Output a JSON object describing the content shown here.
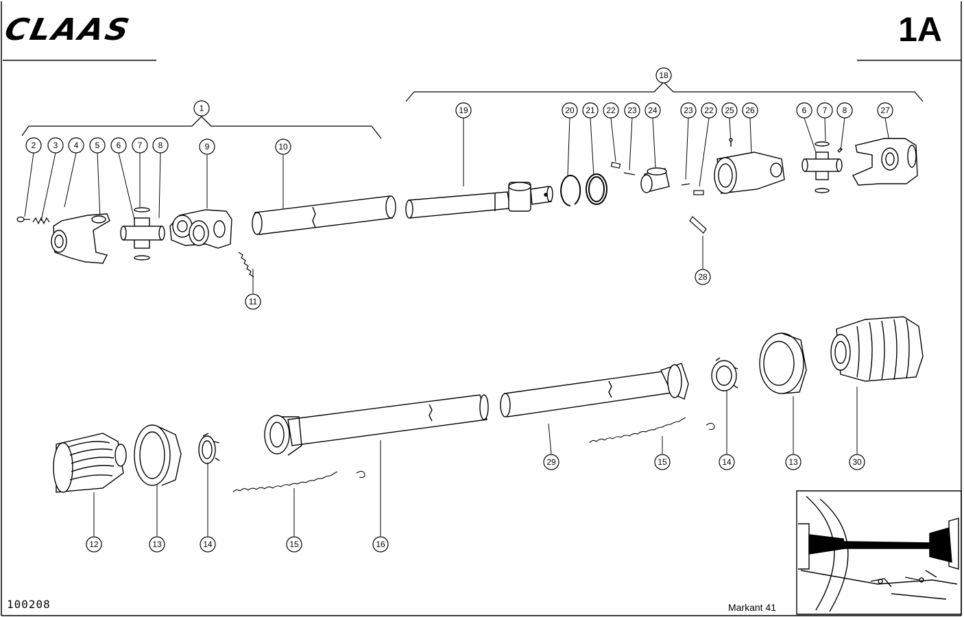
{
  "header": {
    "brand": "CLAAS",
    "sheet_code": "1A"
  },
  "footer": {
    "document_number": "100208",
    "model": "Markant 41"
  },
  "callouts": {
    "c1": "1",
    "c2": "2",
    "c3": "3",
    "c4": "4",
    "c5": "5",
    "c6": "6",
    "c7": "7",
    "c8": "8",
    "c9": "9",
    "c10": "10",
    "c11": "11",
    "c12": "12",
    "c13": "13",
    "c14": "14",
    "c15": "15",
    "c16": "16",
    "c18": "18",
    "c19": "19",
    "c20": "20",
    "c21": "21",
    "c22": "22",
    "c23": "23",
    "c24": "24",
    "c25": "25",
    "c26": "26",
    "c27": "27",
    "c28": "28",
    "c29": "29",
    "c30": "30"
  }
}
